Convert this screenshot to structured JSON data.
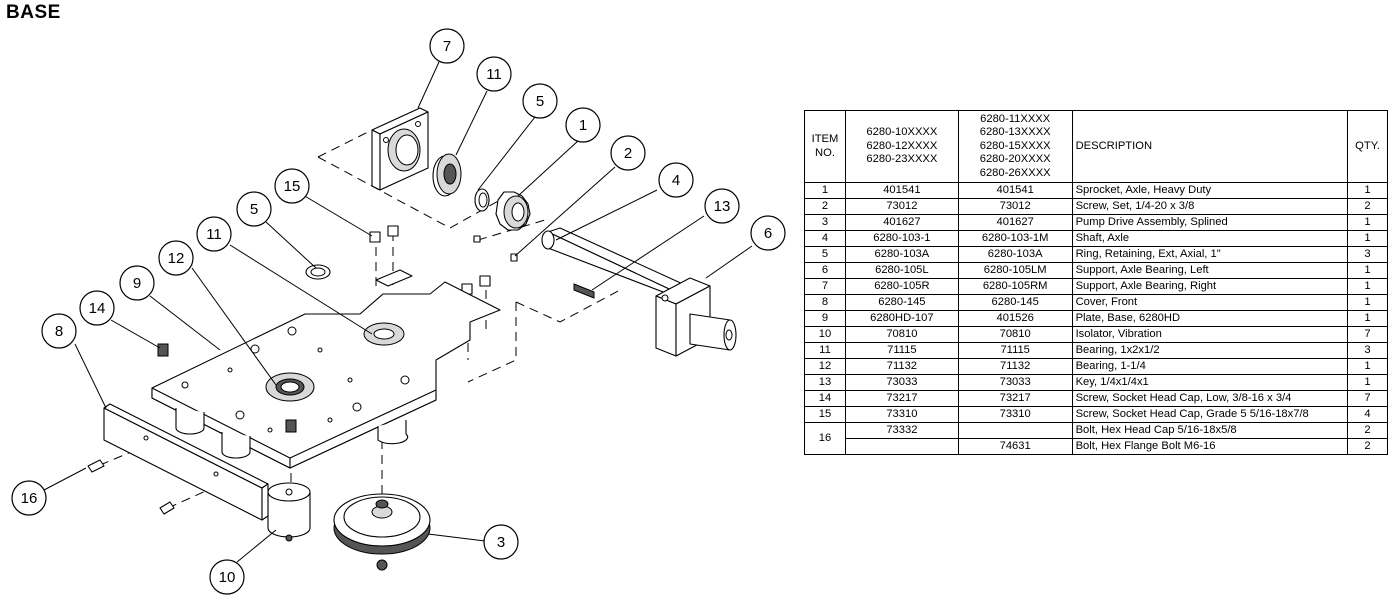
{
  "page": {
    "title": "BASE"
  },
  "callouts": {
    "c1": "1",
    "c2": "2",
    "c3": "3",
    "c4": "4",
    "c5a": "5",
    "c5b": "5",
    "c6": "6",
    "c7": "7",
    "c8": "8",
    "c9": "9",
    "c10": "10",
    "c11a": "11",
    "c11b": "11",
    "c12": "12",
    "c13": "13",
    "c14": "14",
    "c15": "15",
    "c16": "16"
  },
  "bom": {
    "headers": {
      "item": "ITEM\nNO.",
      "partA": "6280-10XXXX\n6280-12XXXX\n6280-23XXXX",
      "partB": "6280-11XXXX\n6280-13XXXX\n6280-15XXXX\n6280-20XXXX\n6280-26XXXX",
      "description": "DESCRIPTION",
      "qty": "QTY."
    },
    "rows": [
      {
        "item": "1",
        "a": "401541",
        "b": "401541",
        "desc": "Sprocket, Axle, Heavy Duty",
        "qty": "1"
      },
      {
        "item": "2",
        "a": "73012",
        "b": "73012",
        "desc": "Screw, Set, 1/4-20 x 3/8",
        "qty": "2"
      },
      {
        "item": "3",
        "a": "401627",
        "b": "401627",
        "desc": "Pump Drive Assembly, Splined",
        "qty": "1"
      },
      {
        "item": "4",
        "a": "6280-103-1",
        "b": "6280-103-1M",
        "desc": "Shaft, Axle",
        "qty": "1"
      },
      {
        "item": "5",
        "a": "6280-103A",
        "b": "6280-103A",
        "desc": "Ring, Retaining, Ext, Axial, 1\"",
        "qty": "3"
      },
      {
        "item": "6",
        "a": "6280-105L",
        "b": "6280-105LM",
        "desc": "Support, Axle Bearing, Left",
        "qty": "1"
      },
      {
        "item": "7",
        "a": "6280-105R",
        "b": "6280-105RM",
        "desc": "Support, Axle Bearing, Right",
        "qty": "1"
      },
      {
        "item": "8",
        "a": "6280-145",
        "b": "6280-145",
        "desc": "Cover, Front",
        "qty": "1"
      },
      {
        "item": "9",
        "a": "6280HD-107",
        "b": "401526",
        "desc": "Plate, Base, 6280HD",
        "qty": "1"
      },
      {
        "item": "10",
        "a": "70810",
        "b": "70810",
        "desc": "Isolator, Vibration",
        "qty": "7"
      },
      {
        "item": "11",
        "a": "71115",
        "b": "71115",
        "desc": "Bearing, 1x2x1/2",
        "qty": "3"
      },
      {
        "item": "12",
        "a": "71132",
        "b": "71132",
        "desc": "Bearing, 1-1/4",
        "qty": "1"
      },
      {
        "item": "13",
        "a": "73033",
        "b": "73033",
        "desc": "Key, 1/4x1/4x1",
        "qty": "1"
      },
      {
        "item": "14",
        "a": "73217",
        "b": "73217",
        "desc": "Screw, Socket Head Cap, Low, 3/8-16 x 3/4",
        "qty": "7"
      },
      {
        "item": "15",
        "a": "73310",
        "b": "73310",
        "desc": "Screw, Socket Head Cap, Grade 5 5/16-18x7/8",
        "qty": "4"
      }
    ],
    "row16": {
      "item": "16",
      "line1": {
        "a": "73332",
        "b": "",
        "desc": "Bolt, Hex Head Cap 5/16-18x5/8",
        "qty": "2"
      },
      "line2": {
        "a": "",
        "b": "74631",
        "desc": "Bolt, Hex Flange Bolt M6-16",
        "qty": "2"
      }
    }
  }
}
